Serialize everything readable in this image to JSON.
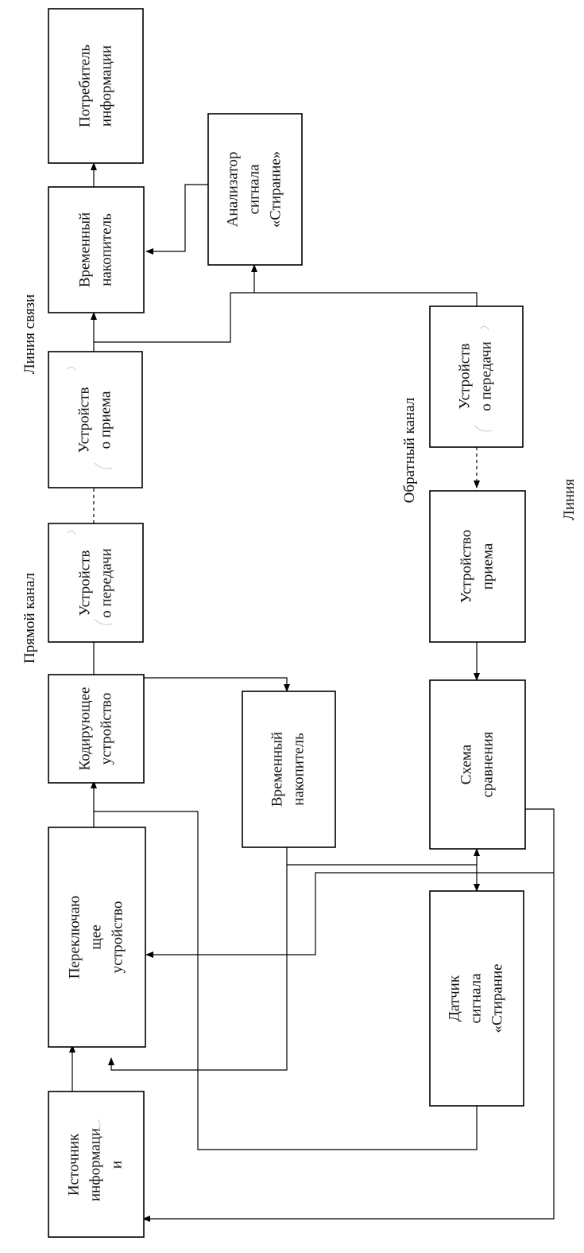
{
  "channels": {
    "forward": "Прямой канал",
    "forward_link": "Линия связи",
    "reverse": "Обратный канал",
    "reverse_link": "Линия"
  },
  "blocks": {
    "source": [
      "Источник",
      "информаци",
      "и"
    ],
    "switch": [
      "Переключаю",
      "щее",
      "устройство"
    ],
    "encoder": [
      "Кодирующее",
      "устройство"
    ],
    "tx_forward": [
      "Устройств",
      "о передачи"
    ],
    "rx_forward": [
      "Устройств",
      "о приема"
    ],
    "buffer_receiver": [
      "Временный",
      "накопитель"
    ],
    "consumer": [
      "Потребитель",
      "информации"
    ],
    "erase_analyzer": [
      "Анализатор",
      "сигнала",
      "«Стирание»"
    ],
    "buffer_sender": [
      "Временный",
      "накопитель"
    ],
    "tx_reverse": [
      "Устройств",
      "о передачи"
    ],
    "rx_reverse": [
      "Устройство",
      "приема"
    ],
    "comparator": [
      "Схема",
      "сравнения"
    ],
    "erase_sensor": [
      "Датчик",
      "сигнала",
      "«Стирание"
    ]
  }
}
